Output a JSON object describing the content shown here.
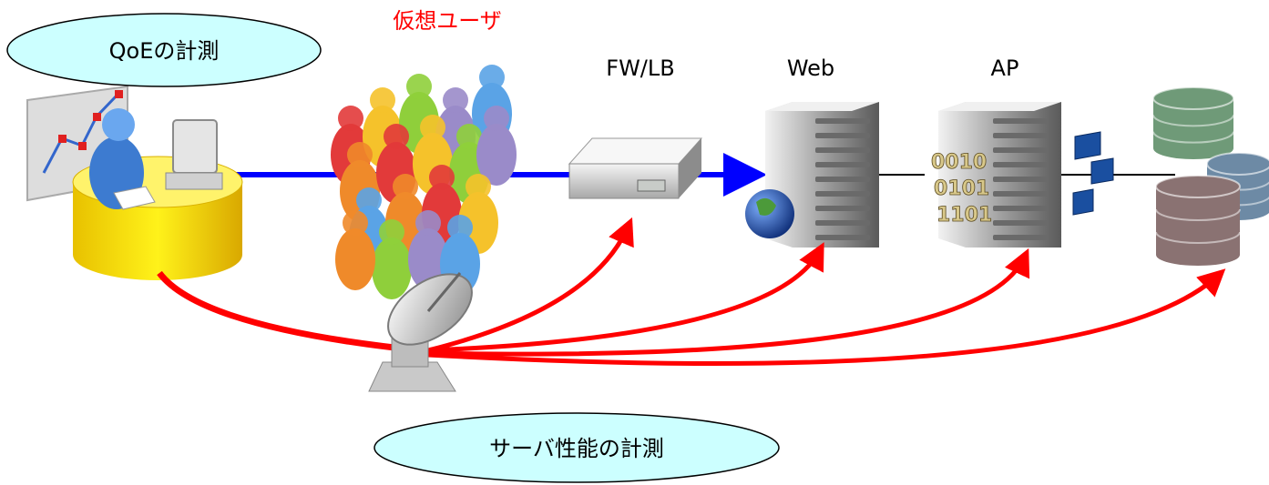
{
  "labels": {
    "qoe": "QoEの計測",
    "virtual_users": "仮想ユーザ",
    "fwlb": "FW/LB",
    "web": "Web",
    "ap": "AP",
    "server_perf": "サーバ性能の計測"
  },
  "binary_digits": [
    "0010",
    "0101",
    "1101"
  ],
  "colors": {
    "callout_fill": "#ccffff",
    "virtual_users_text": "#ff0000",
    "blue_link": "#0000ff",
    "red_link": "#ff0000",
    "db_green": "#6f9a78",
    "db_blue": "#6d8aa5",
    "db_brown": "#8a7272"
  }
}
